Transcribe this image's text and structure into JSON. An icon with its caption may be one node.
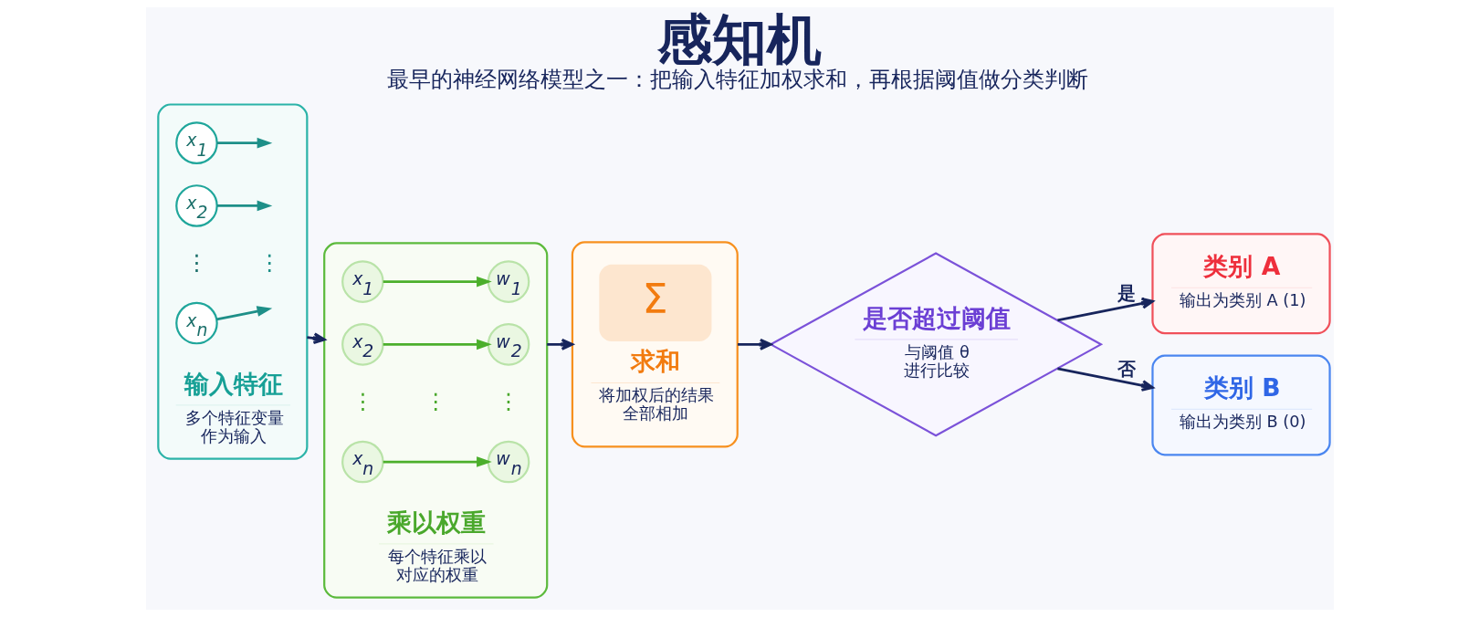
{
  "diagram": {
    "title": "感知机",
    "caption": "最早的神经网络模型之一：把输入特征加权求和，再根据阈值做分类判断",
    "nodes": [
      {
        "text": [
          "输入特征",
          "多个特征变量作为输入"
        ]
      },
      {
        "text": [
          "x$_{1}$"
        ],
        "in": 0
      },
      {
        "text": [
          "x$_{2}$"
        ],
        "in": 0
      },
      {
        "text": [
          "x$_{n}$"
        ],
        "in": 0
      },
      {
        "text": [
          "乘以权重",
          "每个特征乘以对应的权重"
        ]
      },
      {
        "text": [
          "x$_{1}$"
        ],
        "in": 4
      },
      {
        "text": [
          "w$_{1}$"
        ],
        "in": 4
      },
      {
        "text": [
          "x$_{2}$"
        ],
        "in": 4
      },
      {
        "text": [
          "w$_{2}$"
        ],
        "in": 4
      },
      {
        "text": [
          "x$_{n}$"
        ],
        "in": 4
      },
      {
        "text": [
          "w$_{n}$"
        ],
        "in": 4
      },
      {
        "text": [
          "Σ",
          "求和",
          "将加权后的结果全部相加"
        ]
      },
      {
        "text": [
          "是否超过阈值",
          "与阈值 θ进行比较"
        ]
      },
      {
        "text": [
          "类别 A",
          "输出为类别 A (1)"
        ]
      },
      {
        "text": [
          "类别 B",
          "输出为类别 B (0)"
        ]
      }
    ],
    "edges": [
      {
        "from": 1,
        "to": null,
        "arrow": "to",
        "color": "#1e8f88"
      },
      {
        "from": 2,
        "to": null,
        "arrow": "to",
        "color": "#1e8f88"
      },
      {
        "from": 3,
        "to": null,
        "arrow": "to",
        "color": "#1e8f88"
      },
      {
        "from": 5,
        "to": 6,
        "arrow": "to",
        "color": "#4caf2c"
      },
      {
        "from": 7,
        "to": 8,
        "arrow": "to",
        "color": "#4caf2c"
      },
      {
        "from": 9,
        "to": 10,
        "arrow": "to",
        "color": "#4caf2c"
      },
      {
        "from": 0,
        "to": 4,
        "arrow": "to"
      },
      {
        "from": 4,
        "to": 11,
        "arrow": "to"
      },
      {
        "from": 11,
        "to": 12,
        "arrow": "to"
      },
      {
        "from": 12,
        "to": 13,
        "arrow": "to",
        "label": "是"
      },
      {
        "from": 12,
        "to": 14,
        "arrow": "to",
        "label": "否"
      }
    ],
    "labels": [
      "⋮",
      "⋮",
      "⋮",
      "⋮",
      "⋮"
    ]
  }
}
